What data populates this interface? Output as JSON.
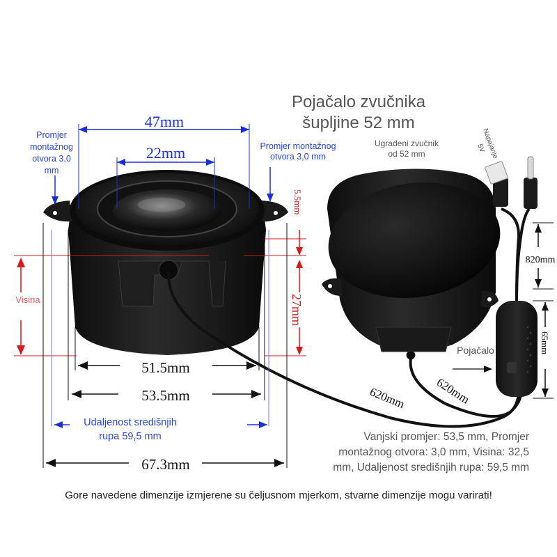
{
  "title": {
    "line1": "Pojačalo zvučnika",
    "line2": "šupljine 52 mm"
  },
  "labels": {
    "mount_hole_left": [
      "Promjer",
      "montažnog",
      "otvora 3,0",
      "mm"
    ],
    "mount_hole_right": [
      "Promjer montažnog",
      "otvora 3,0 mm"
    ],
    "builtin_speaker": [
      "Ugrađeni zvučnik",
      "od 52 mm"
    ],
    "power_5v": [
      "Napajanje",
      "5V"
    ],
    "height_word": "Visina",
    "amplifier": "Pojačalo",
    "center_distance": [
      "Udaljenost središnjih",
      "rupa 59,5 mm"
    ],
    "specs": [
      "Vanjski promjer: 53,5 mm, Promjer",
      "montažnog otvora: 3,0 mm, Visina: 32,5",
      "mm, Udaljenost središnjih rupa: 59,5 mm"
    ],
    "footer": "Gore navedene dimenzije izmjerene su čeljusnom mjerkom, stvarne dimenzije mogu varirati!"
  },
  "dimensions": {
    "outer_top": "47mm",
    "inner_top": "22mm",
    "rim_height": "5.5mm",
    "body_height": "27mm",
    "base_width": "51.5mm",
    "outer_width": "53.5mm",
    "total_width": "67.3mm",
    "cable_1": "620mm",
    "cable_2": "620mm",
    "cable_usb": "820mm",
    "box_length": "65mm"
  },
  "colors": {
    "dim_blue": "#1a2fd6",
    "dim_red": "#d41a1a",
    "note_blue": "#2a48d8",
    "body": "#151515"
  }
}
